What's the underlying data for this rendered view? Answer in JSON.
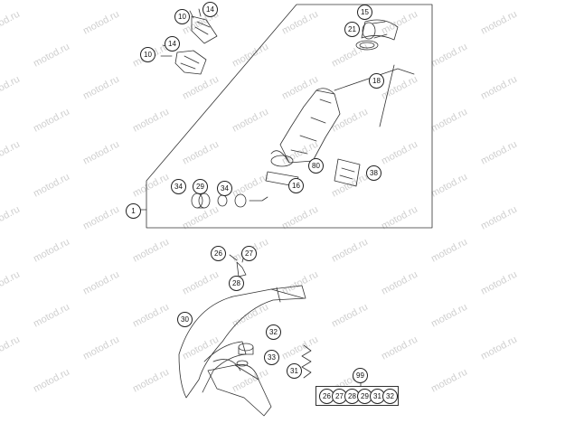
{
  "watermark": "motod.ru",
  "callouts": {
    "c14a": "14",
    "c10a": "10",
    "c14b": "14",
    "c10b": "10",
    "c15": "15",
    "c21": "21",
    "c18": "18",
    "c80": "80",
    "c38": "38",
    "c16": "16",
    "c29a": "29",
    "c34a": "34",
    "c34b": "34",
    "c1": "1",
    "c26": "26",
    "c27": "27",
    "c28": "28",
    "c30": "30",
    "c32": "32",
    "c33": "33",
    "c31": "31",
    "c99": "99"
  },
  "kit": [
    "26",
    "27",
    "28",
    "29",
    "31",
    "32"
  ]
}
